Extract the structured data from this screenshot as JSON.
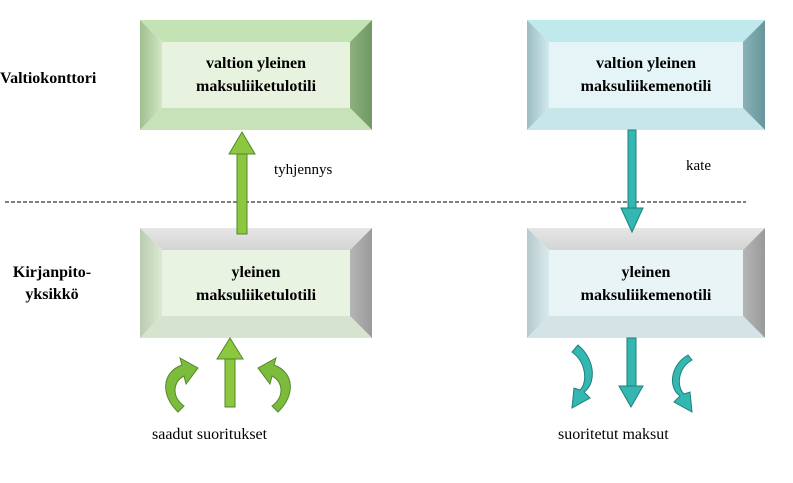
{
  "rows": {
    "top_label": "Valtiokonttori",
    "bottom_label_line1": "Kirjanpito-",
    "bottom_label_line2": "yksikkö"
  },
  "boxes": {
    "top_left": {
      "line1": "valtion yleinen",
      "line2": "maksuliiketulotili"
    },
    "top_right": {
      "line1": "valtion yleinen",
      "line2": "maksuliikemenotili"
    },
    "bottom_left": {
      "line1": "yleinen",
      "line2": "maksuliiketulotili"
    },
    "bottom_right": {
      "line1": "yleinen",
      "line2": "maksuliikemenotili"
    }
  },
  "flows": {
    "left_label": "tyhjennys",
    "right_label": "kate"
  },
  "captions": {
    "left": "saadut suoritukset",
    "right": "suoritetut maksut"
  },
  "colors": {
    "green_front": "#e8f3df",
    "green_top": "#c4e3b5",
    "green_right": "#7aa86f",
    "cyan_front": "#e5f5f7",
    "cyan_top": "#bfe9ed",
    "cyan_right": "#6f9ea4",
    "green_arrow": "#8dc63f",
    "teal_arrow": "#33b7b0"
  }
}
